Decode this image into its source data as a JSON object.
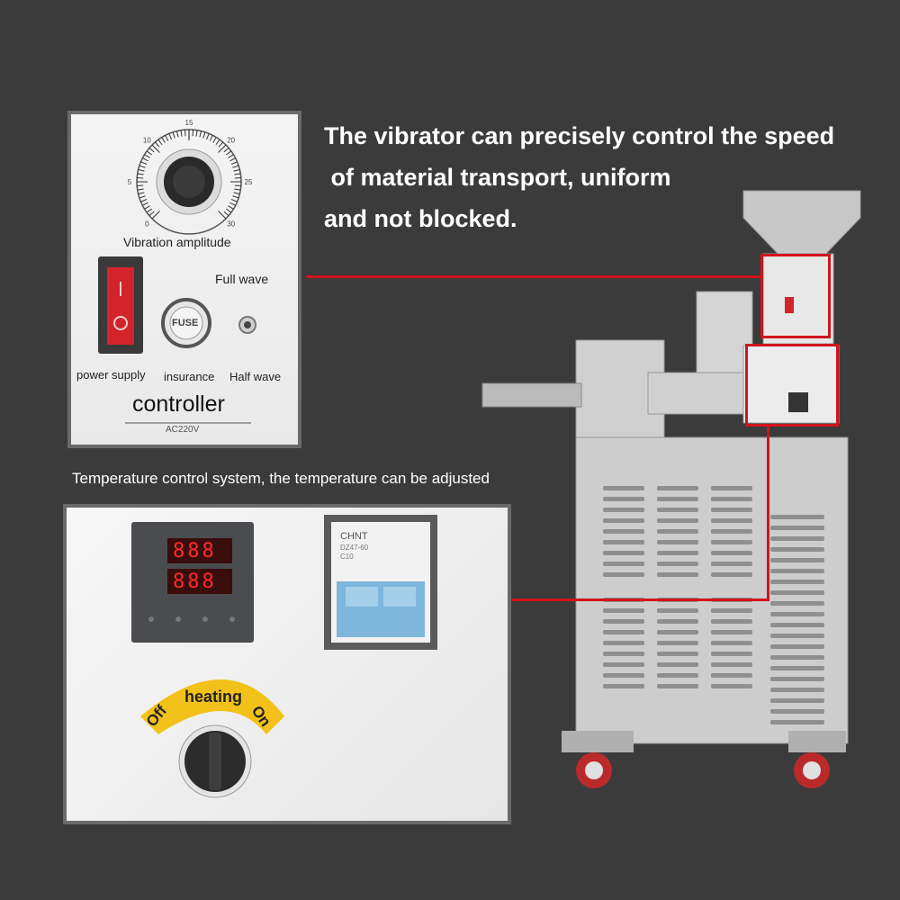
{
  "headline": {
    "line1": "The vibrator can precisely control the speed",
    "line2": " of material transport, uniform",
    "line3": "and not blocked."
  },
  "controller_panel": {
    "dial_title": "Vibration amplitude",
    "dial_ticks": [
      "0",
      "5",
      "10",
      "15",
      "20",
      "25",
      "30"
    ],
    "full_wave": "Full wave",
    "half_wave": "Half wave",
    "power_supply": "power supply",
    "insurance": "insurance",
    "fuse": "FUSE",
    "title": "controller",
    "voltage": "AC220V"
  },
  "temperature_panel": {
    "caption": "Temperature control system, the temperature can be adjusted",
    "display_top": "888",
    "display_bottom": "888",
    "breaker_brand": "CHNT",
    "breaker_model": "DZ47-60",
    "breaker_rating": "C10",
    "heating_label": "heating",
    "off_label": "Off",
    "on_label": "On"
  },
  "colors": {
    "background": "#3b3b3b",
    "callout_red": "#d0141c",
    "switch_red": "#d2242a",
    "display_red": "#ff2a2a",
    "breaker_blue": "#7fb6dc",
    "heating_yellow": "#f2c21a"
  }
}
